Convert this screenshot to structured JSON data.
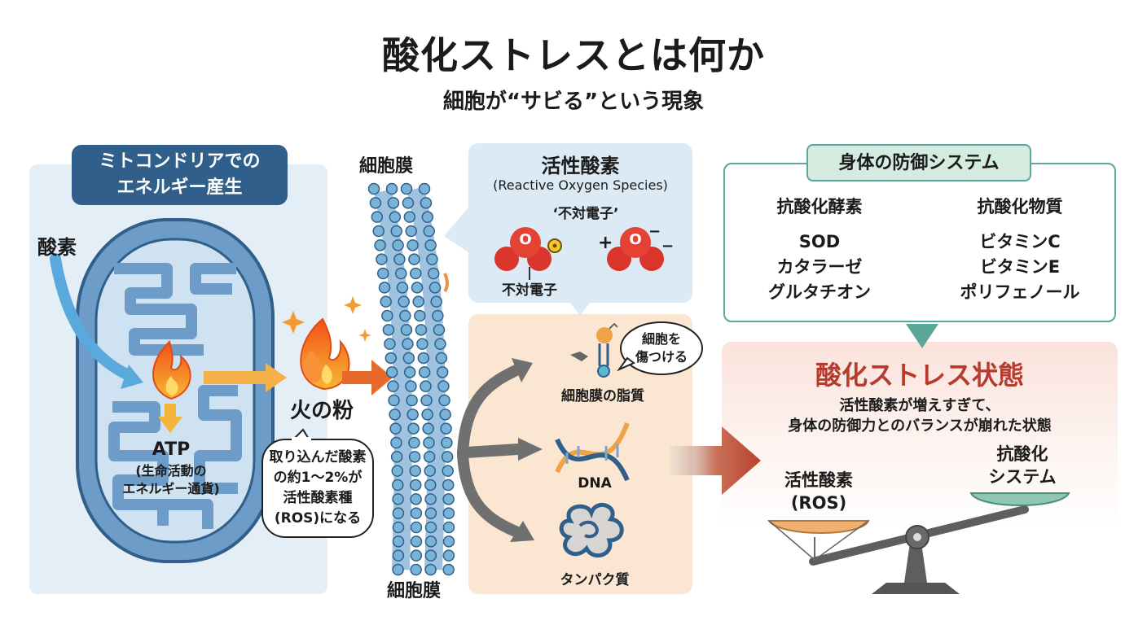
{
  "title": "酸化ストレスとは何か",
  "subtitle": "細胞が“サビる”という現象",
  "mitochondria": {
    "banner_line1": "ミトコンドリアでの",
    "banner_line2": "エネルギー産生",
    "oxygen_label": "酸素",
    "atp_label": "ATP",
    "atp_note_line1": "(生命活動の",
    "atp_note_line2": "エネルギー通貨)"
  },
  "sparks": {
    "label": "火の粉",
    "bubble_line1": "取り込んだ酸素",
    "bubble_line2": "の約1〜2%が",
    "bubble_line3": "活性酸素種",
    "bubble_line4": "(ROS)になる"
  },
  "membrane": {
    "label_top": "細胞膜",
    "label_bottom": "細胞膜"
  },
  "ros": {
    "title": "活性酸素",
    "english": "(Reactive Oxygen Species)",
    "unpaired_quote": "‘不対電子’",
    "unpaired_label": "不対電子",
    "atom_symbol": "O",
    "plus_sign": "+",
    "minus_sign": "−"
  },
  "targets": {
    "bubble_line1": "細胞を",
    "bubble_line2": "傷つける",
    "lipid": "細胞膜の脂質",
    "dna": "DNA",
    "protein": "タンパク質"
  },
  "defense": {
    "header": "身体の防御システム",
    "enzymes": {
      "title": "抗酸化酵素",
      "items": [
        "SOD",
        "カタラーゼ",
        "グルタチオン"
      ]
    },
    "substances": {
      "title": "抗酸化物質",
      "items": [
        "ビタミンC",
        "ビタミンE",
        "ポリフェノール"
      ]
    }
  },
  "state": {
    "title": "酸化ストレス状態",
    "desc_line1": "活性酸素が増えすぎて、",
    "desc_line2": "身体の防御力とのバランスが崩れた状態",
    "left_label_line1": "活性酸素",
    "left_label_line2": "(ROS)",
    "right_label_line1": "抗酸化",
    "right_label_line2": "システム"
  },
  "colors": {
    "title_dark": "#1b1b1b",
    "mito_blue": "#2f5f8a",
    "flame_orange": "#f26a1b",
    "arrow_orange": "#f0a24a",
    "ros_red": "#e03a2f",
    "defense_teal": "#5aa79a",
    "enzyme_blue": "#5b9bd5",
    "substance_green": "#6db36b",
    "state_red": "#b83a2c"
  }
}
